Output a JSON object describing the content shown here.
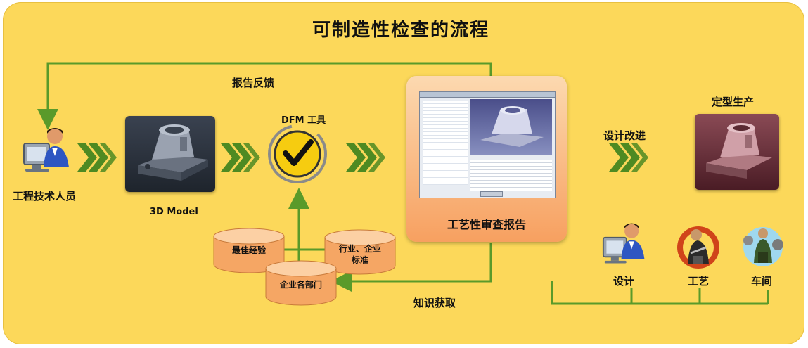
{
  "title": "可制造性检查的流程",
  "labels": {
    "feedback": "报告反馈",
    "engineer": "工程技术人员",
    "model": "3D Model",
    "dfm_tool": "DFM 工具",
    "report": "工艺性审查报告",
    "design_improve": "设计改进",
    "production": "定型生产",
    "knowledge": "知识获取",
    "design": "设计",
    "process": "工艺",
    "workshop": "车间"
  },
  "knowledge_sources": [
    {
      "label": "最佳经验"
    },
    {
      "label": "行业、企业\n标准"
    },
    {
      "label": "企业各部门"
    }
  ],
  "colors": {
    "background": "#fcd85a",
    "arrow_green": "#5a9a2a",
    "chevron_green": "#4e8a22",
    "report_orange": "#f7a060",
    "cylinder": "#f5a664"
  }
}
